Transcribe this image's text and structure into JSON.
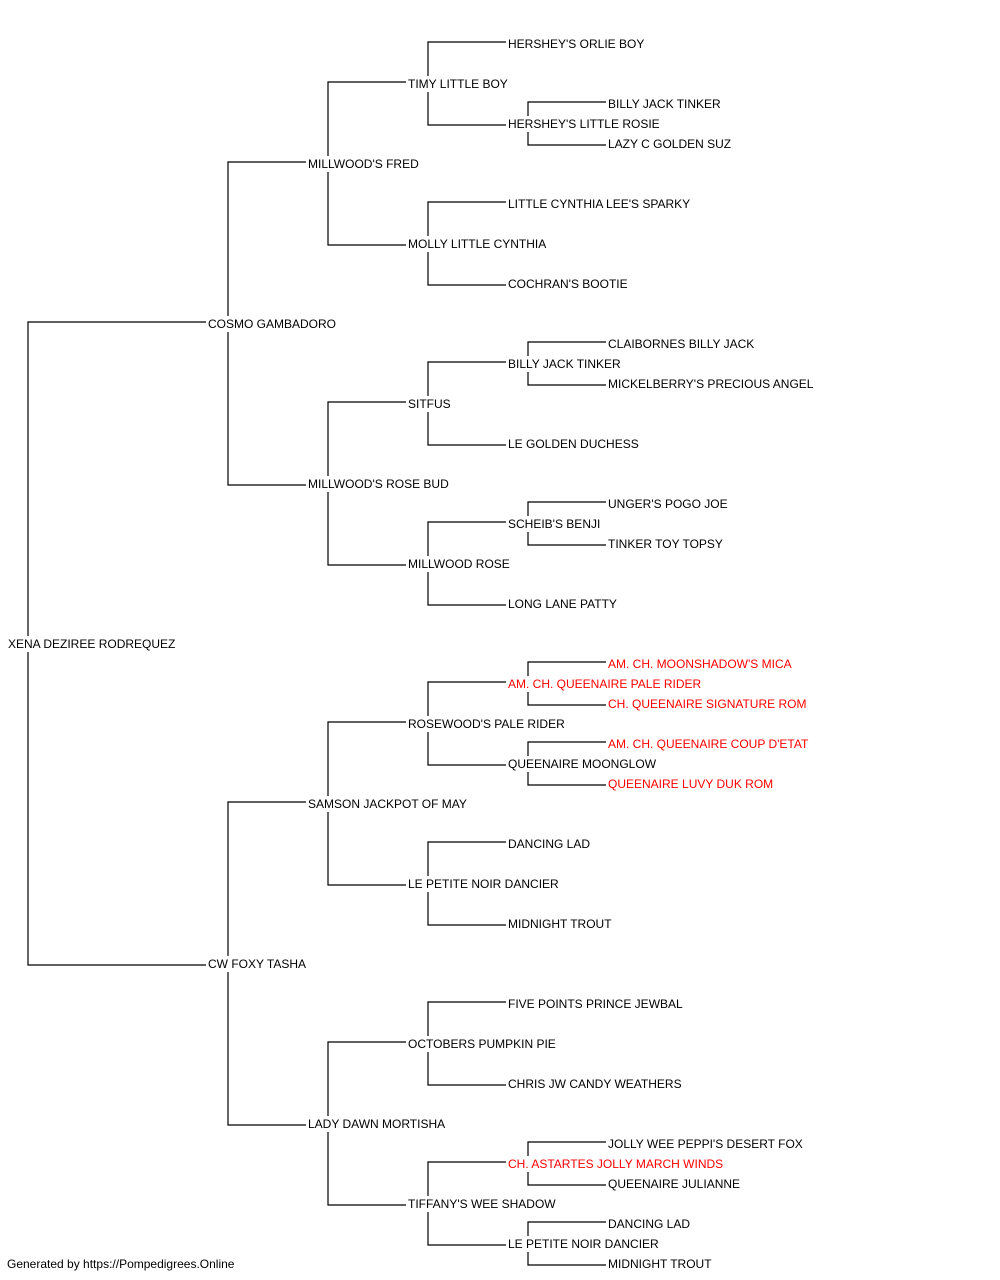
{
  "pedigree": {
    "subject": "XENA DEZIREE RODREQUEZ",
    "nodes": {
      "s": {
        "name": "COSMO GAMBADORO"
      },
      "ss": {
        "name": "MILLWOOD'S FRED"
      },
      "sss": {
        "name": "TIMY LITTLE BOY"
      },
      "ssss": {
        "name": "HERSHEY'S ORLIE BOY"
      },
      "sssd": {
        "name": "HERSHEY'S LITTLE ROSIE"
      },
      "sssds": {
        "name": "BILLY JACK TINKER"
      },
      "sssdd": {
        "name": "LAZY C GOLDEN SUZ"
      },
      "ssd": {
        "name": "MOLLY LITTLE CYNTHIA"
      },
      "ssds": {
        "name": "LITTLE CYNTHIA LEE'S SPARKY"
      },
      "ssdd": {
        "name": "COCHRAN'S BOOTIE"
      },
      "sd": {
        "name": "MILLWOOD'S ROSE BUD"
      },
      "sds": {
        "name": "SITFUS"
      },
      "sdss": {
        "name": "BILLY JACK TINKER"
      },
      "sdsss": {
        "name": "CLAIBORNES BILLY JACK"
      },
      "sdssd": {
        "name": "MICKELBERRY'S PRECIOUS ANGEL"
      },
      "sdsd": {
        "name": "LE GOLDEN DUCHESS"
      },
      "sdd": {
        "name": "MILLWOOD ROSE"
      },
      "sdds": {
        "name": "SCHEIB'S BENJI"
      },
      "sddss": {
        "name": "UNGER'S POGO JOE"
      },
      "sddsd": {
        "name": "TINKER TOY TOPSY"
      },
      "sddd": {
        "name": "LONG LANE PATTY"
      },
      "d": {
        "name": "CW FOXY TASHA"
      },
      "ds": {
        "name": "SAMSON JACKPOT OF MAY"
      },
      "dss": {
        "name": "ROSEWOOD'S PALE RIDER"
      },
      "dsss": {
        "name": "AM. CH. QUEENAIRE PALE RIDER",
        "champion": true
      },
      "dssss": {
        "name": "AM. CH. MOONSHADOW'S MICA",
        "champion": true
      },
      "dsssd": {
        "name": "CH. QUEENAIRE SIGNATURE ROM",
        "champion": true
      },
      "dssd": {
        "name": "QUEENAIRE MOONGLOW"
      },
      "dssds": {
        "name": "AM. CH. QUEENAIRE COUP D'ETAT",
        "champion": true
      },
      "dssdd": {
        "name": "QUEENAIRE LUVY DUK ROM",
        "champion": true
      },
      "dsd": {
        "name": "LE PETITE NOIR DANCIER"
      },
      "dsds": {
        "name": "DANCING LAD"
      },
      "dsdd": {
        "name": "MIDNIGHT TROUT"
      },
      "dd": {
        "name": "LADY DAWN MORTISHA"
      },
      "dds": {
        "name": "OCTOBERS PUMPKIN PIE"
      },
      "ddss": {
        "name": "FIVE POINTS PRINCE JEWBAL"
      },
      "ddsd": {
        "name": "CHRIS JW CANDY WEATHERS"
      },
      "ddd": {
        "name": "TIFFANY'S WEE SHADOW"
      },
      "ddds": {
        "name": "CH. ASTARTES JOLLY MARCH WINDS",
        "champion": true
      },
      "dddss": {
        "name": "JOLLY WEE PEPPI'S DESERT FOX"
      },
      "dddsd": {
        "name": "QUEENAIRE JULIANNE"
      },
      "dddd": {
        "name": "LE PETITE NOIR DANCIER"
      },
      "dddds": {
        "name": "DANCING LAD"
      },
      "ddddd": {
        "name": "MIDNIGHT TROUT"
      }
    }
  },
  "footer": {
    "text": "Generated by https://Pompedigrees.Online"
  },
  "colors": {
    "champion": "#ff0000",
    "normal": "#000000",
    "line": "#000000"
  }
}
